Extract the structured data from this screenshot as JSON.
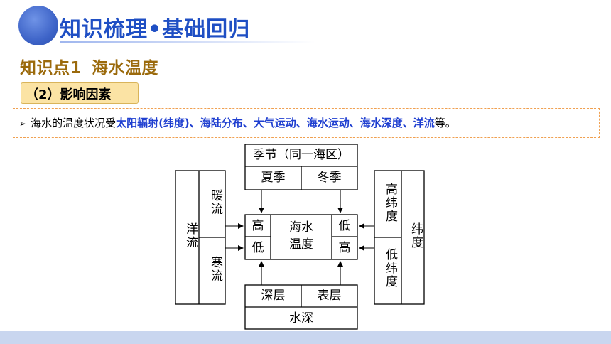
{
  "header": {
    "title": "知识梳理•基础回归",
    "knowledge_point_label": "知识点1",
    "knowledge_point_topic": "海水温度",
    "subsection": "（2）影响因素"
  },
  "bullet": {
    "prefix": "海水的温度状况受",
    "highlight": "太阳辐射(纬度)、海陆分布、大气运动、海水运动、海水深度、洋流",
    "suffix": "等。"
  },
  "diagram": {
    "season": {
      "title": "季节（同一海区）",
      "summer": "夏季",
      "winter": "冬季"
    },
    "center": {
      "line1": "海水",
      "line2": "温度",
      "high": "高",
      "low": "低"
    },
    "current": {
      "title": "洋流",
      "warm": "暖流",
      "cold": "寒流"
    },
    "latitude": {
      "title": "纬度",
      "high": "高纬度",
      "low": "低纬度"
    },
    "depth": {
      "title": "水深",
      "deep": "深层",
      "surface": "表层"
    }
  },
  "colors": {
    "title_blue": "#1f4fc4",
    "highlight_blue": "#1f3fd0",
    "gold": "#9b6a0c",
    "sub_fill": "#fbe3a4"
  }
}
